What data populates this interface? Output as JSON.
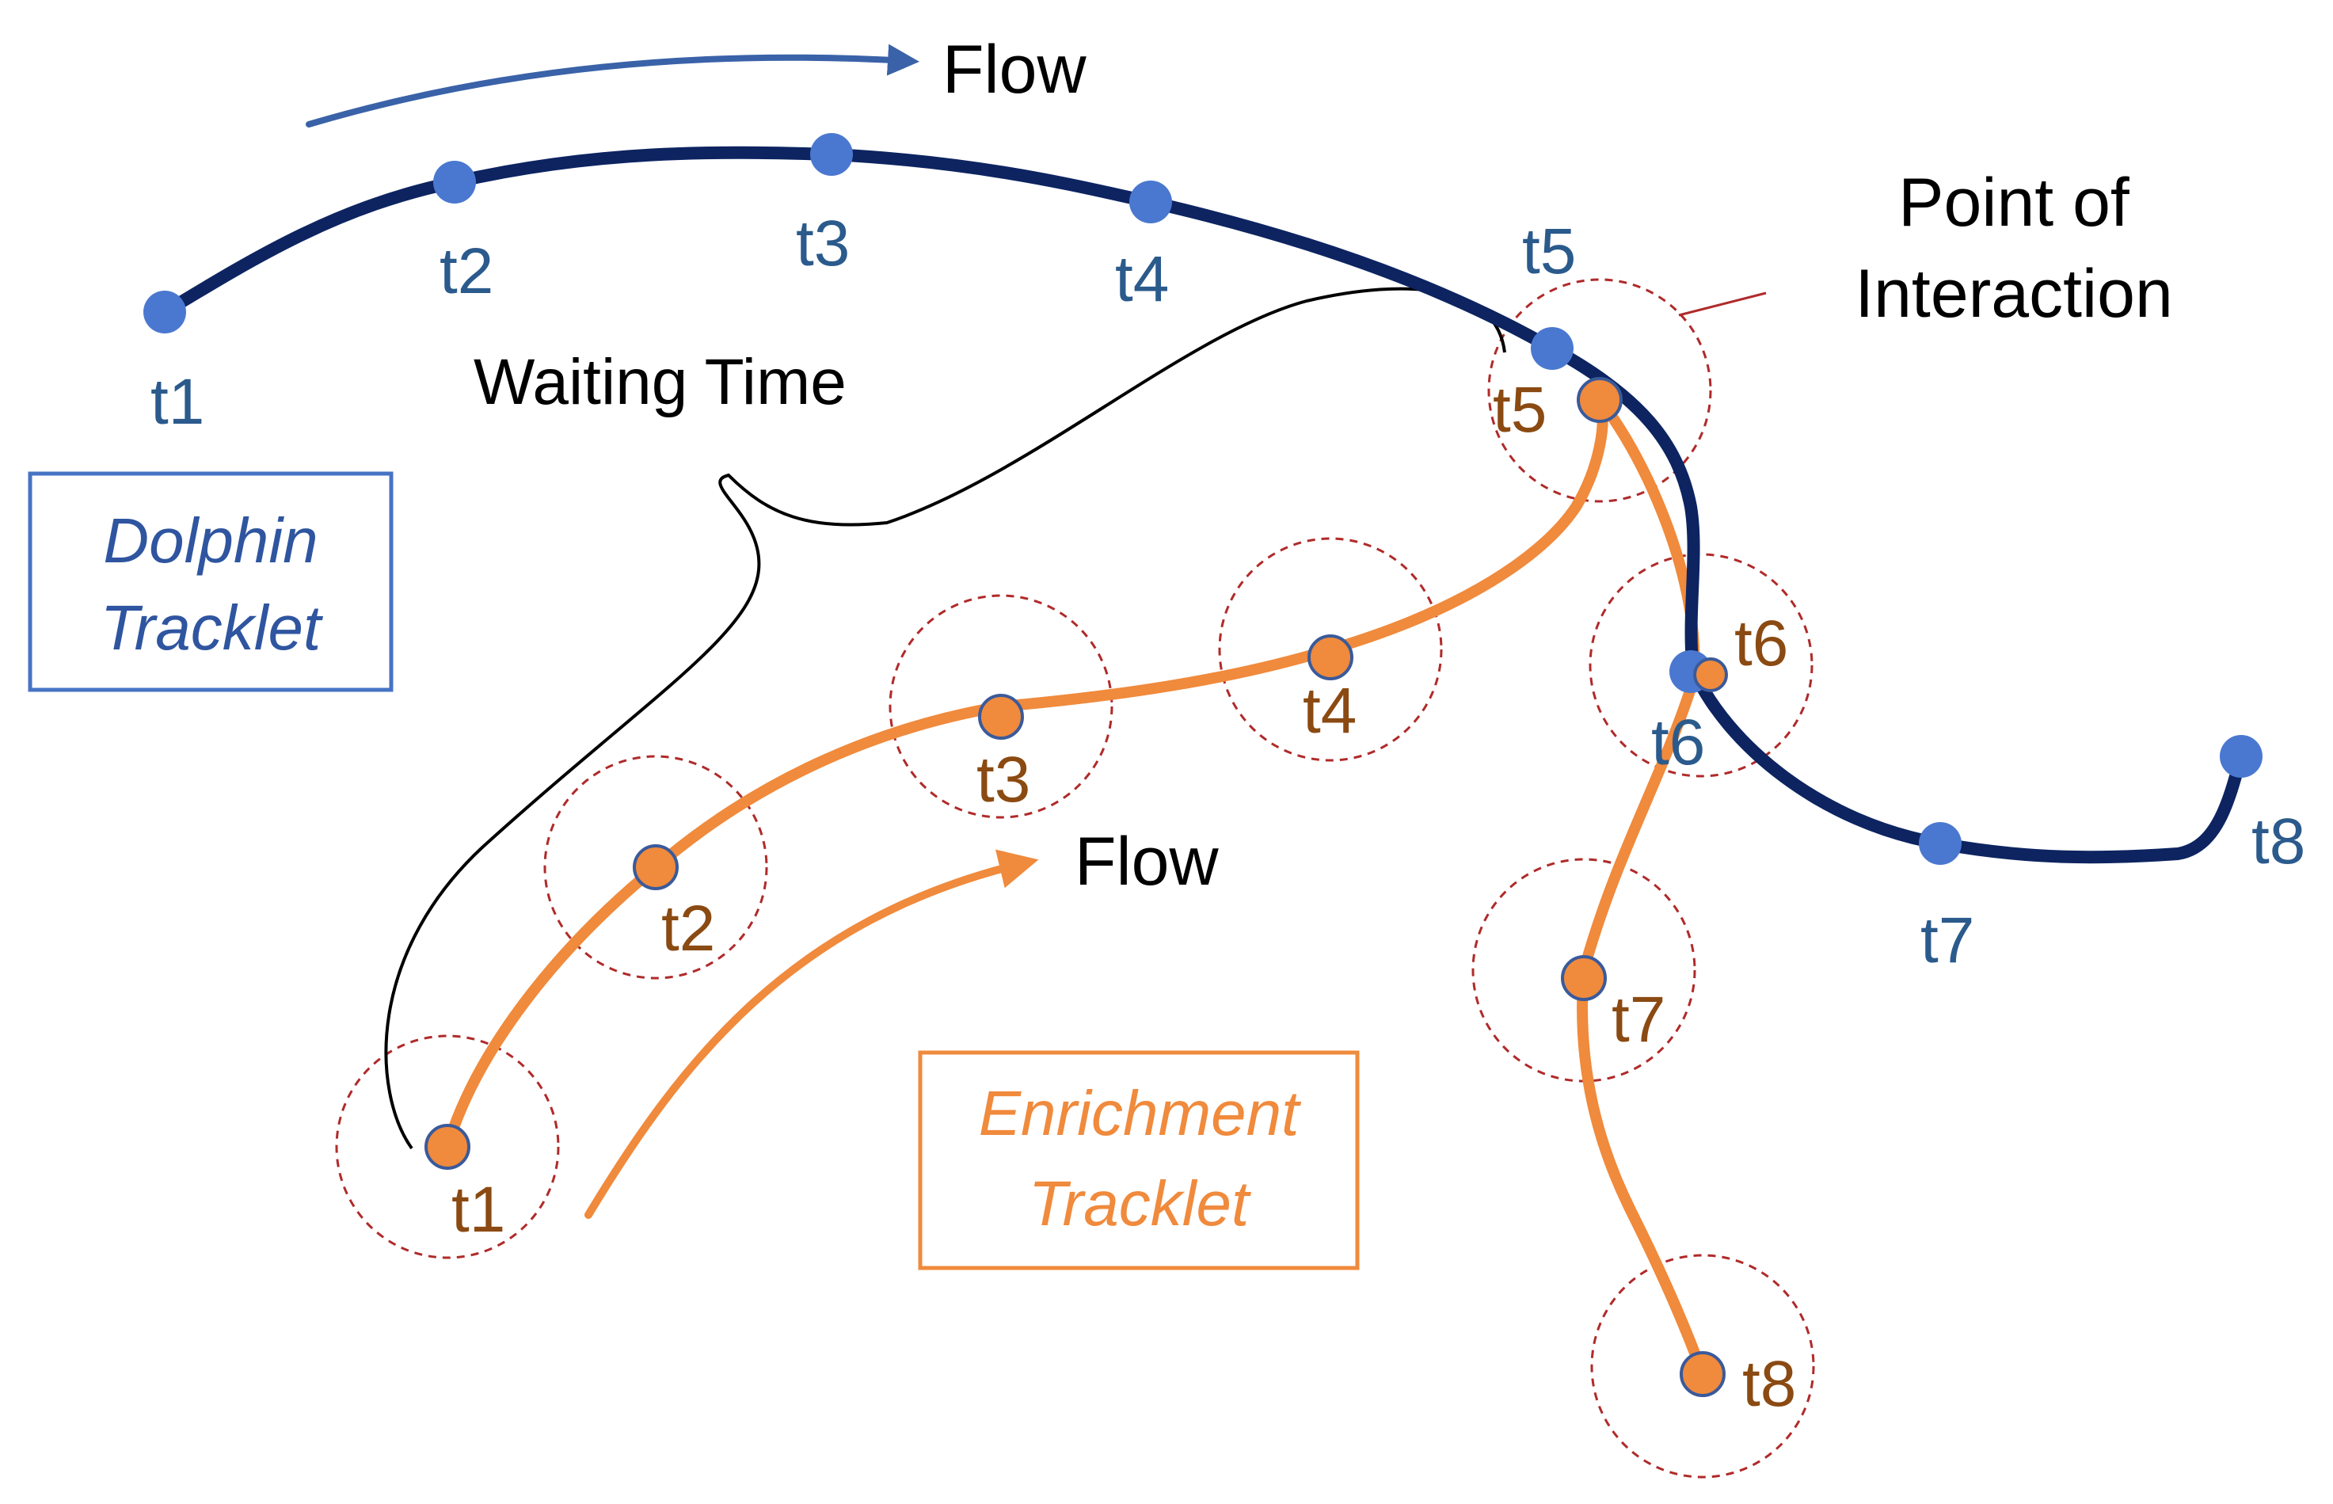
{
  "colors": {
    "dolphin_track": "#0d2461",
    "dolphin_point": "#4a78d0",
    "dolphin_label": "#2b5a8c",
    "dolphin_box": "#4673c4",
    "enrichment_track": "#f08a3c",
    "enrichment_point": "#f08a3c",
    "enrichment_point_stroke": "#3a5a9a",
    "enrichment_label": "#8a4a12",
    "enrichment_box": "#f08a3c",
    "circle": "#b02a2a",
    "text": "#000000"
  },
  "dolphin": {
    "legend_line1": "Dolphin",
    "legend_line2": "Tracklet",
    "flow_label": "Flow",
    "points": [
      "t1",
      "t2",
      "t3",
      "t4",
      "t5",
      "t6",
      "t7",
      "t8"
    ]
  },
  "enrichment": {
    "legend_line1": "Enrichment",
    "legend_line2": "Tracklet",
    "flow_label": "Flow",
    "points": [
      "t1",
      "t2",
      "t3",
      "t4",
      "t5",
      "t6",
      "t7",
      "t8"
    ]
  },
  "annotations": {
    "waiting_time": "Waiting Time",
    "interaction_line1": "Point of",
    "interaction_line2": "Interaction"
  }
}
